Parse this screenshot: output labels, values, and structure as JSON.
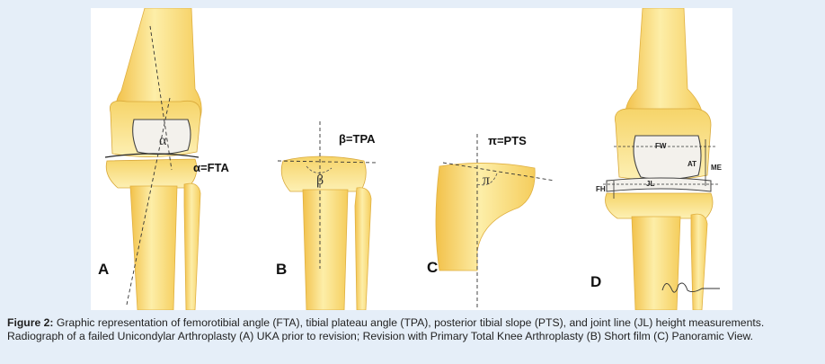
{
  "figure": {
    "panels": [
      {
        "letter": "A",
        "equation": "α=FTA",
        "angle_symbol": "α"
      },
      {
        "letter": "B",
        "equation": "β=TPA",
        "angle_symbol": "β"
      },
      {
        "letter": "C",
        "equation": "π=PTS",
        "angle_symbol": "π"
      },
      {
        "letter": "D",
        "labels": [
          "FW",
          "AT",
          "ME",
          "FH",
          "JL"
        ]
      }
    ]
  },
  "caption": {
    "label": "Figure 2:",
    "text": " Graphic representation of femorotibial angle (FTA), tibial plateau angle (TPA), posterior tibial slope (PTS), and joint line (JL) height measurements. Radiograph of a failed Unicondylar Arthroplasty (A) UKA prior to revision; Revision with Primary Total Knee Arthroplasty (B) Short film (C) Panoramic View."
  },
  "colors": {
    "background": "#e5eef8",
    "bone_light": "#fdeea8",
    "bone_dark": "#f2c14a",
    "implant": "#f3f1ec"
  }
}
